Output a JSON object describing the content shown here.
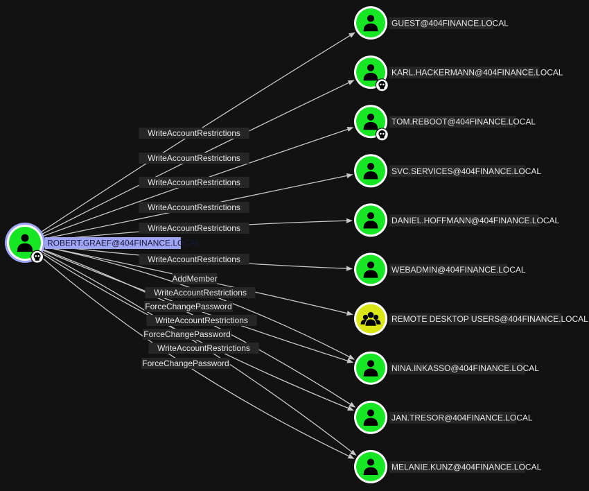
{
  "graph": {
    "source": {
      "label": "ROBERT.GRAEF@404FINANCE.LOCAL",
      "type": "user",
      "owned": true,
      "selected": true
    },
    "targets": [
      {
        "label": "GUEST@404FINANCE.LOCAL",
        "type": "user",
        "owned": false
      },
      {
        "label": "KARL.HACKERMANN@404FINANCE.LOCAL",
        "type": "user",
        "owned": true
      },
      {
        "label": "TOM.REBOOT@404FINANCE.LOCAL",
        "type": "user",
        "owned": true
      },
      {
        "label": "SVC.SERVICES@404FINANCE.LOCAL",
        "type": "user",
        "owned": false
      },
      {
        "label": "DANIEL.HOFFMANN@404FINANCE.LOCAL",
        "type": "user",
        "owned": false
      },
      {
        "label": "WEBADMIN@404FINANCE.LOCAL",
        "type": "user",
        "owned": false
      },
      {
        "label": "REMOTE DESKTOP USERS@404FINANCE.LOCAL",
        "type": "group",
        "owned": false
      },
      {
        "label": "NINA.INKASSO@404FINANCE.LOCAL",
        "type": "user",
        "owned": false
      },
      {
        "label": "JAN.TRESOR@404FINANCE.LOCAL",
        "type": "user",
        "owned": false
      },
      {
        "label": "MELANIE.KUNZ@404FINANCE.LOCAL",
        "type": "user",
        "owned": false
      }
    ],
    "edges": [
      {
        "to": 0,
        "label": "WriteAccountRestrictions"
      },
      {
        "to": 1,
        "label": "WriteAccountRestrictions"
      },
      {
        "to": 2,
        "label": "WriteAccountRestrictions"
      },
      {
        "to": 3,
        "label": "WriteAccountRestrictions"
      },
      {
        "to": 4,
        "label": "WriteAccountRestrictions"
      },
      {
        "to": 5,
        "label": "WriteAccountRestrictions"
      },
      {
        "to": 6,
        "label": "AddMember"
      },
      {
        "to": 7,
        "label": "WriteAccountRestrictions"
      },
      {
        "to": 8,
        "label": "WriteAccountRestrictions"
      },
      {
        "to": 9,
        "label": "WriteAccountRestrictions"
      },
      {
        "to": 7,
        "label": "ForceChangePassword"
      },
      {
        "to": 8,
        "label": "ForceChangePassword"
      },
      {
        "to": 9,
        "label": "ForceChangePassword"
      }
    ],
    "colors": {
      "user": "#17e625",
      "group": "#dbe617",
      "selected": "#9fa5f5",
      "edge": "#c8c8c8",
      "label_bg": "#262626"
    }
  }
}
